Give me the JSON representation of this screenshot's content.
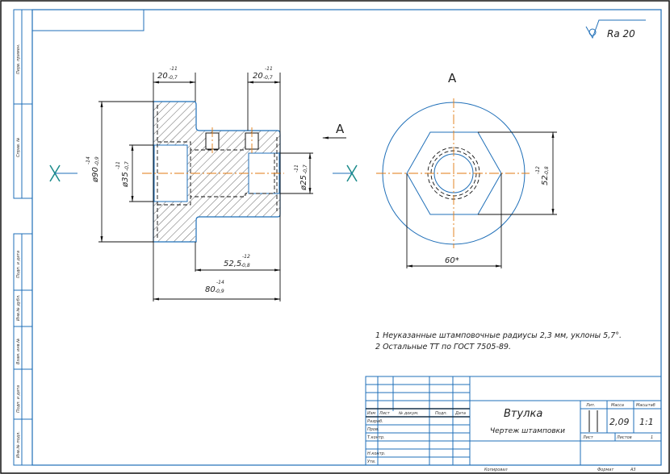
{
  "drawing": {
    "part_name": "Втулка",
    "document_type": "Чертеж штамповки",
    "roughness": "Ra 20",
    "view_label": "A",
    "section_arrow_label": "A",
    "notes": [
      "1 Неуказанные штамповочные радиусы 2,3 мм, уклоны 5,7°.",
      "2 Остальные ТТ по ГОСТ 7505-89."
    ],
    "dimensions": {
      "flange_width": {
        "nominal": "20",
        "upper": "-11",
        "lower": "-0,7"
      },
      "boss_slot_width": {
        "nominal": "20",
        "upper": "-11",
        "lower": "-0,7"
      },
      "outer_diameter": {
        "nominal": "ø90",
        "upper": "-14",
        "lower": "-0,9"
      },
      "bore_diameter_large": {
        "nominal": "ø35",
        "upper": "-11",
        "lower": "-0,7"
      },
      "bore_diameter_small": {
        "nominal": "ø25",
        "upper": "-11",
        "lower": "-0,7"
      },
      "boss_length": {
        "nominal": "52,5",
        "upper": "-12",
        "lower": "-0,8"
      },
      "total_length": {
        "nominal": "80",
        "upper": "-14",
        "lower": "-0,9"
      },
      "hex_across_flats": {
        "nominal": "52",
        "upper": "-12",
        "lower": "-0,8"
      },
      "hex_across_corners": {
        "nominal": "60*"
      }
    }
  },
  "side_stamps": [
    "Перв. примен.",
    "Справ. №",
    "Подп. и дата",
    "Инв.№ дубл.",
    "Взам. инв.№",
    "Подп. и дата",
    "Инв.№ подл."
  ],
  "title_block": {
    "col_headers": [
      "Изм",
      "Лист",
      "№ докум.",
      "Подп.",
      "Дата"
    ],
    "roles": [
      "Разраб.",
      "Пров.",
      "Т.контр.",
      "",
      "Н.контр.",
      "Утв."
    ],
    "lit_label": "Лит.",
    "mass_label": "Масса",
    "scale_label": "Масштаб",
    "mass_value": "2,09",
    "scale_value": "1:1",
    "sheet_label": "Лист",
    "sheets_label": "Листов",
    "sheets_value": "1",
    "copied_label": "Копировал",
    "format_label": "Формат",
    "format_value": "А3"
  },
  "colors": {
    "frame": "#1f6fb8",
    "outline": "#1f6fb8",
    "centerline": "#e07a10",
    "dimension": "#111111",
    "marker": "#1a8a8a"
  }
}
